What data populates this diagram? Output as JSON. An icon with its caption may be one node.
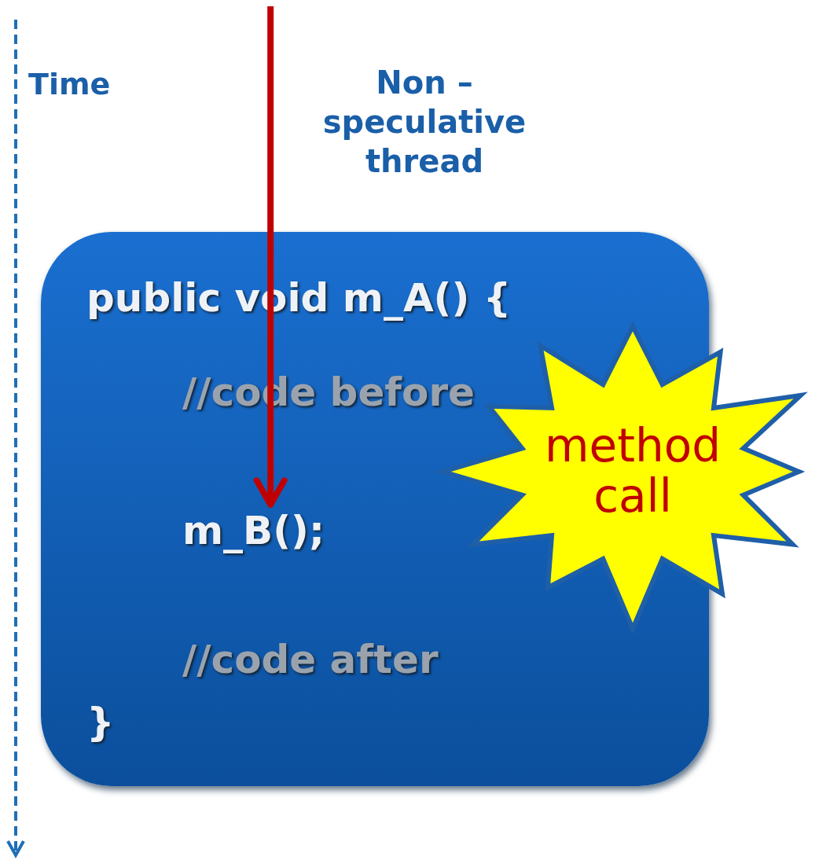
{
  "diagram": {
    "nodes": [
      {
        "text": [
          "public void m_A() {",
          "//code before",
          "//code after",
          "}"
        ]
      },
      {
        "text": [
          "m_B();"
        ],
        "in": 0
      },
      {
        "text": [
          "method call"
        ]
      }
    ],
    "edges": [
      {
        "from": null,
        "to": 1,
        "arrow": "to",
        "label": "Non – speculative thread",
        "color": "#c00000"
      }
    ],
    "labels": [
      "Time"
    ]
  }
}
